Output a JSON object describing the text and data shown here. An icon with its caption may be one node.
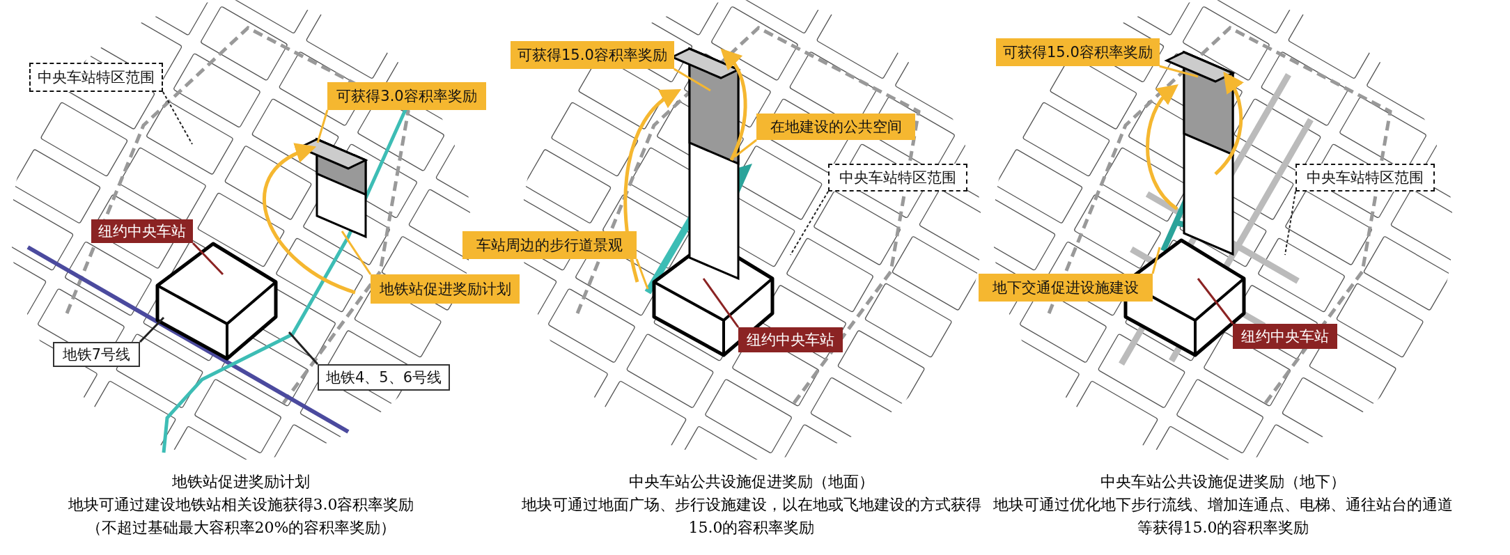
{
  "diagram": {
    "nodes": [
      {
        "text": [
          "中央车站特区范围"
        ]
      },
      {
        "text": [
          "可获得3.0容积率奖励"
        ]
      },
      {
        "text": [
          "纽约中央车站"
        ]
      },
      {
        "text": [
          "地铁站促进奖励计划"
        ]
      },
      {
        "text": [
          "地铁7号线"
        ]
      },
      {
        "text": [
          "地铁4、5、6号线"
        ]
      },
      {
        "text": [
          "可获得15.0容积率奖励"
        ]
      },
      {
        "text": [
          "在地建设的公共空间"
        ]
      },
      {
        "text": [
          "中央车站特区范围"
        ]
      },
      {
        "text": [
          "车站周边的步行道景观"
        ]
      },
      {
        "text": [
          "纽约中央车站"
        ]
      },
      {
        "text": [
          "可获得15.0容积率奖励"
        ]
      },
      {
        "text": [
          "中央车站特区范围"
        ]
      },
      {
        "text": [
          "地下交通促进设施建设"
        ]
      },
      {
        "text": [
          "纽约中央车站"
        ]
      }
    ],
    "edges": [
      {
        "from": 0,
        "to": null,
        "arrow": "none",
        "style": "dashed",
        "color": "#222222"
      },
      {
        "from": 1,
        "to": null,
        "arrow": "none"
      },
      {
        "from": 2,
        "to": null,
        "arrow": "none",
        "color": "#8b2323"
      },
      {
        "from": 3,
        "to": null,
        "arrow": "none"
      },
      {
        "from": 4,
        "to": null,
        "arrow": "none",
        "color": "#222222"
      },
      {
        "from": 5,
        "to": null,
        "arrow": "none",
        "color": "#222222"
      },
      {
        "from": 6,
        "to": null,
        "arrow": "none"
      },
      {
        "from": 7,
        "to": null,
        "arrow": "none"
      },
      {
        "from": 8,
        "to": null,
        "arrow": "none",
        "style": "dashed",
        "color": "#222222"
      },
      {
        "from": 9,
        "to": null,
        "arrow": "none"
      },
      {
        "from": 10,
        "to": null,
        "arrow": "none",
        "color": "#8b2323"
      },
      {
        "from": 11,
        "to": null,
        "arrow": "none"
      },
      {
        "from": 12,
        "to": null,
        "arrow": "none",
        "style": "dashed",
        "color": "#222222"
      },
      {
        "from": 13,
        "to": null,
        "arrow": "none"
      },
      {
        "from": 14,
        "to": null,
        "arrow": "none",
        "color": "#8b2323"
      }
    ],
    "labels": [
      "地铁站促进奖励计划",
      "地块可通过建设地铁站相关设施获得3.0容积率奖励",
      "（不超过基础最大容积率20%的容积率奖励）",
      "中央车站公共设施促进奖励（地面）",
      "地块可通过地面广场、步行设施建设，以在地或飞地建设的方式获得15.0的容积率奖励",
      "中央车站公共设施促进奖励（地下）",
      "地块可通过优化地下步行流线、增加连通点、电梯、通往站台的通道等获得15.0的容积率奖励"
    ]
  }
}
